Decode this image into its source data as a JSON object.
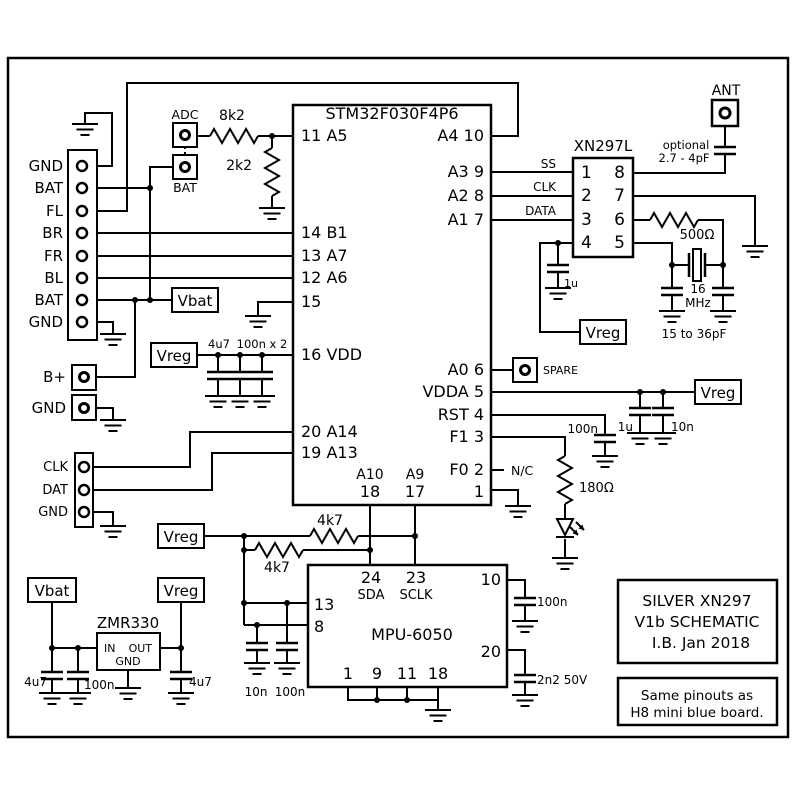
{
  "mcu": {
    "title": "STM32F030F4P6",
    "left_pins": [
      "11 A5",
      "14 B1",
      "13 A7",
      "12 A6",
      "15",
      "16 VDD",
      "20 A14",
      "19 A13"
    ],
    "right_pins": [
      "A4 10",
      "A3 9",
      "A2 8",
      "A1 7",
      "A0 6",
      "VDDA 5",
      "RST 4",
      "F1 3",
      "F0 2",
      "1"
    ],
    "bottom_pins": [
      "A10",
      "18",
      "A9",
      "17"
    ]
  },
  "radio": {
    "title": "XN297L",
    "left_pins": [
      "1",
      "2",
      "3",
      "4"
    ],
    "right_pins": [
      "8",
      "7",
      "6",
      "5"
    ],
    "signals": [
      "SS",
      "CLK",
      "DATA"
    ],
    "resistor": "500Ω",
    "xtal_freq_line1": "16",
    "xtal_freq_line2": "MHz",
    "xtal_caps": "15 to 36pF",
    "bypass_cap": "1u",
    "ant": {
      "label": "ANT",
      "cap_note1": "optional",
      "cap_note2": "2.7 - 4pF"
    }
  },
  "imu": {
    "title": "MPU-6050",
    "top_pins": [
      "24",
      "SDA",
      "23",
      "SCLK"
    ],
    "left_pins": [
      "13",
      "8"
    ],
    "right_pins": [
      "10",
      "20"
    ],
    "bottom_pins": [
      "1",
      "9",
      "11",
      "18"
    ],
    "caps": {
      "pin10": "100n",
      "pin20": "2n2 50V",
      "pin8": "10n",
      "pin13": "100n"
    },
    "pullups": [
      "4k7",
      "4k7"
    ]
  },
  "regulator": {
    "title": "ZMR330",
    "pin_in": "IN",
    "pin_out": "OUT",
    "pin_gnd": "GND",
    "caps": {
      "in1": "4u7",
      "in2": "100n",
      "out": "4u7"
    }
  },
  "nets": {
    "vbat": "Vbat",
    "vreg": "Vreg"
  },
  "battery_connector": {
    "pins": [
      "GND",
      "BAT",
      "FL",
      "BR",
      "FR",
      "BL",
      "BAT",
      "GND"
    ]
  },
  "prog_connector": {
    "pins": [
      "CLK",
      "DAT",
      "GND"
    ]
  },
  "pads": {
    "adc": "ADC",
    "bat": "BAT",
    "bplus": "B+",
    "gnd": "GND",
    "spare": "SPARE"
  },
  "adc_divider": {
    "r_top": "8k2",
    "r_bottom": "2k2"
  },
  "vdd_caps": {
    "c1": "4u7",
    "c2": "100n x 2"
  },
  "vdda_caps": {
    "c1": "1u",
    "c2": "10n"
  },
  "rst_cap": "100n",
  "led": {
    "resistor": "180Ω"
  },
  "nc_label": "N/C",
  "title_block": {
    "line1": "SILVER XN297",
    "line2": "V1b SCHEMATIC",
    "line3": "I.B. Jan 2018"
  },
  "note_block": {
    "line1": "Same pinouts as",
    "line2": "H8 mini blue board."
  }
}
